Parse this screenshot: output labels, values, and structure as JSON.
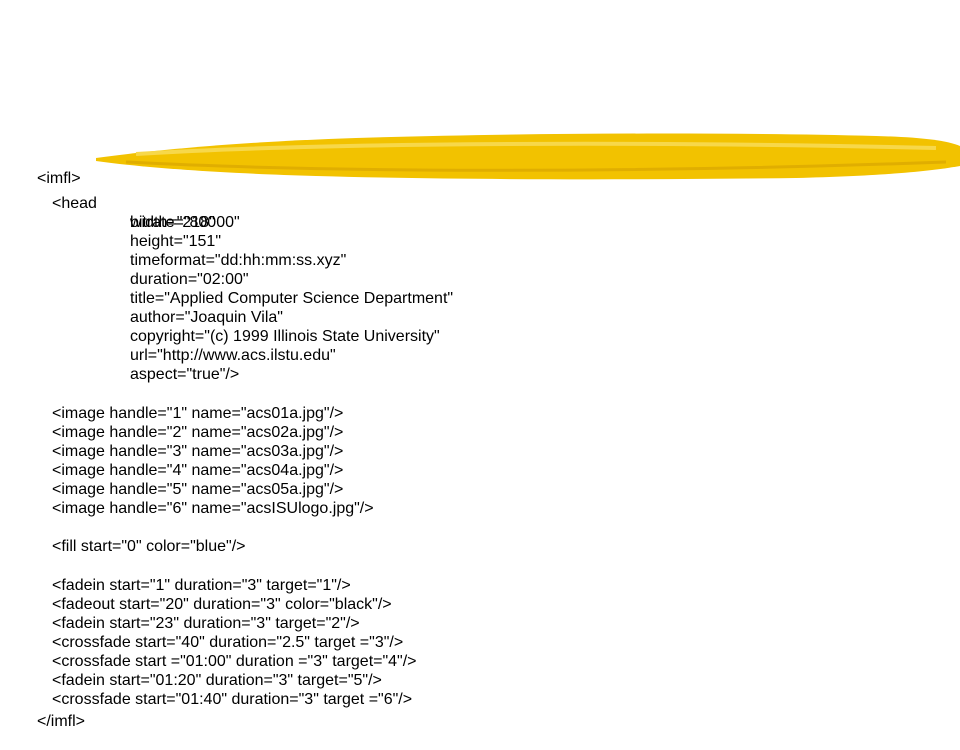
{
  "accent_color": "#F2C200",
  "lines": [
    "<imfl>",
    "<head",
    "bitrate=\"80000\"",
    "width=\"218\"",
    "height=\"151\"",
    "timeformat=\"dd:hh:mm:ss.xyz\"",
    "duration=\"02:00\"",
    "title=\"Applied Computer Science Department\"",
    "author=\"Joaquin Vila\"",
    "copyright=\"(c) 1999 Illinois State University\"",
    "url=\"http://www.acs.ilstu.edu\"",
    "aspect=\"true\"/>",
    "<image handle=\"1\" name=\"acs01a.jpg\"/>",
    "<image handle=\"2\" name=\"acs02a.jpg\"/>",
    "<image handle=\"3\" name=\"acs03a.jpg\"/>",
    "<image handle=\"4\" name=\"acs04a.jpg\"/>",
    "<image handle=\"5\" name=\"acs05a.jpg\"/>",
    "<image handle=\"6\" name=\"acsISUlogo.jpg\"/>",
    "<fill start=\"0\" color=\"blue\"/>",
    "<fadein start=\"1\" duration=\"3\" target=\"1\"/>",
    "<fadeout start=\"20\" duration=\"3\" color=\"black\"/>",
    "<fadein start=\"23\" duration=\"3\" target=\"2\"/>",
    "<crossfade start=\"40\" duration=\"2.5\" target =\"3\"/>",
    "<crossfade start =\"01:00\" duration =\"3\" target=\"4\"/>",
    "<fadein start=\"01:20\" duration=\"3\" target=\"5\"/>",
    "<crossfade start=\"01:40\" duration=\"3\" target =\"6\"/>",
    "</imfl>"
  ]
}
